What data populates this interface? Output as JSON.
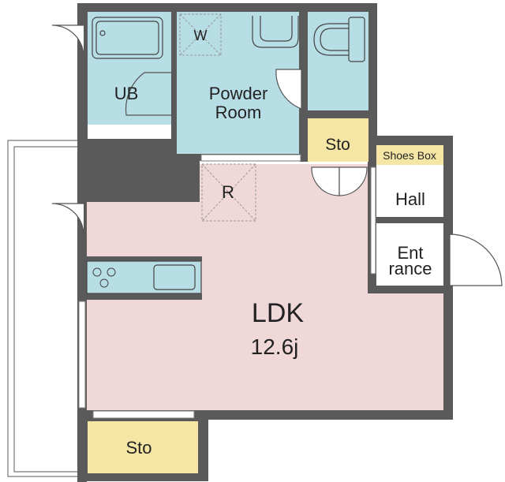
{
  "rooms": {
    "ub": "UB",
    "washer": "W",
    "powder_line1": "Powder",
    "powder_line2": "Room",
    "storage_upper": "Sto",
    "shoes_box": "Shoes Box",
    "hall": "Hall",
    "entrance_line1": "Ent",
    "entrance_line2": "rance",
    "fridge": "R",
    "ldk": "LDK",
    "ldk_size": "12.6j",
    "storage_lower": "Sto"
  },
  "colors": {
    "wall": "#5a5a5a",
    "wet_area": "#b7dde5",
    "ldk_floor": "#f0d8d8",
    "storage": "#f6e6a6",
    "white_area": "#ffffff"
  }
}
